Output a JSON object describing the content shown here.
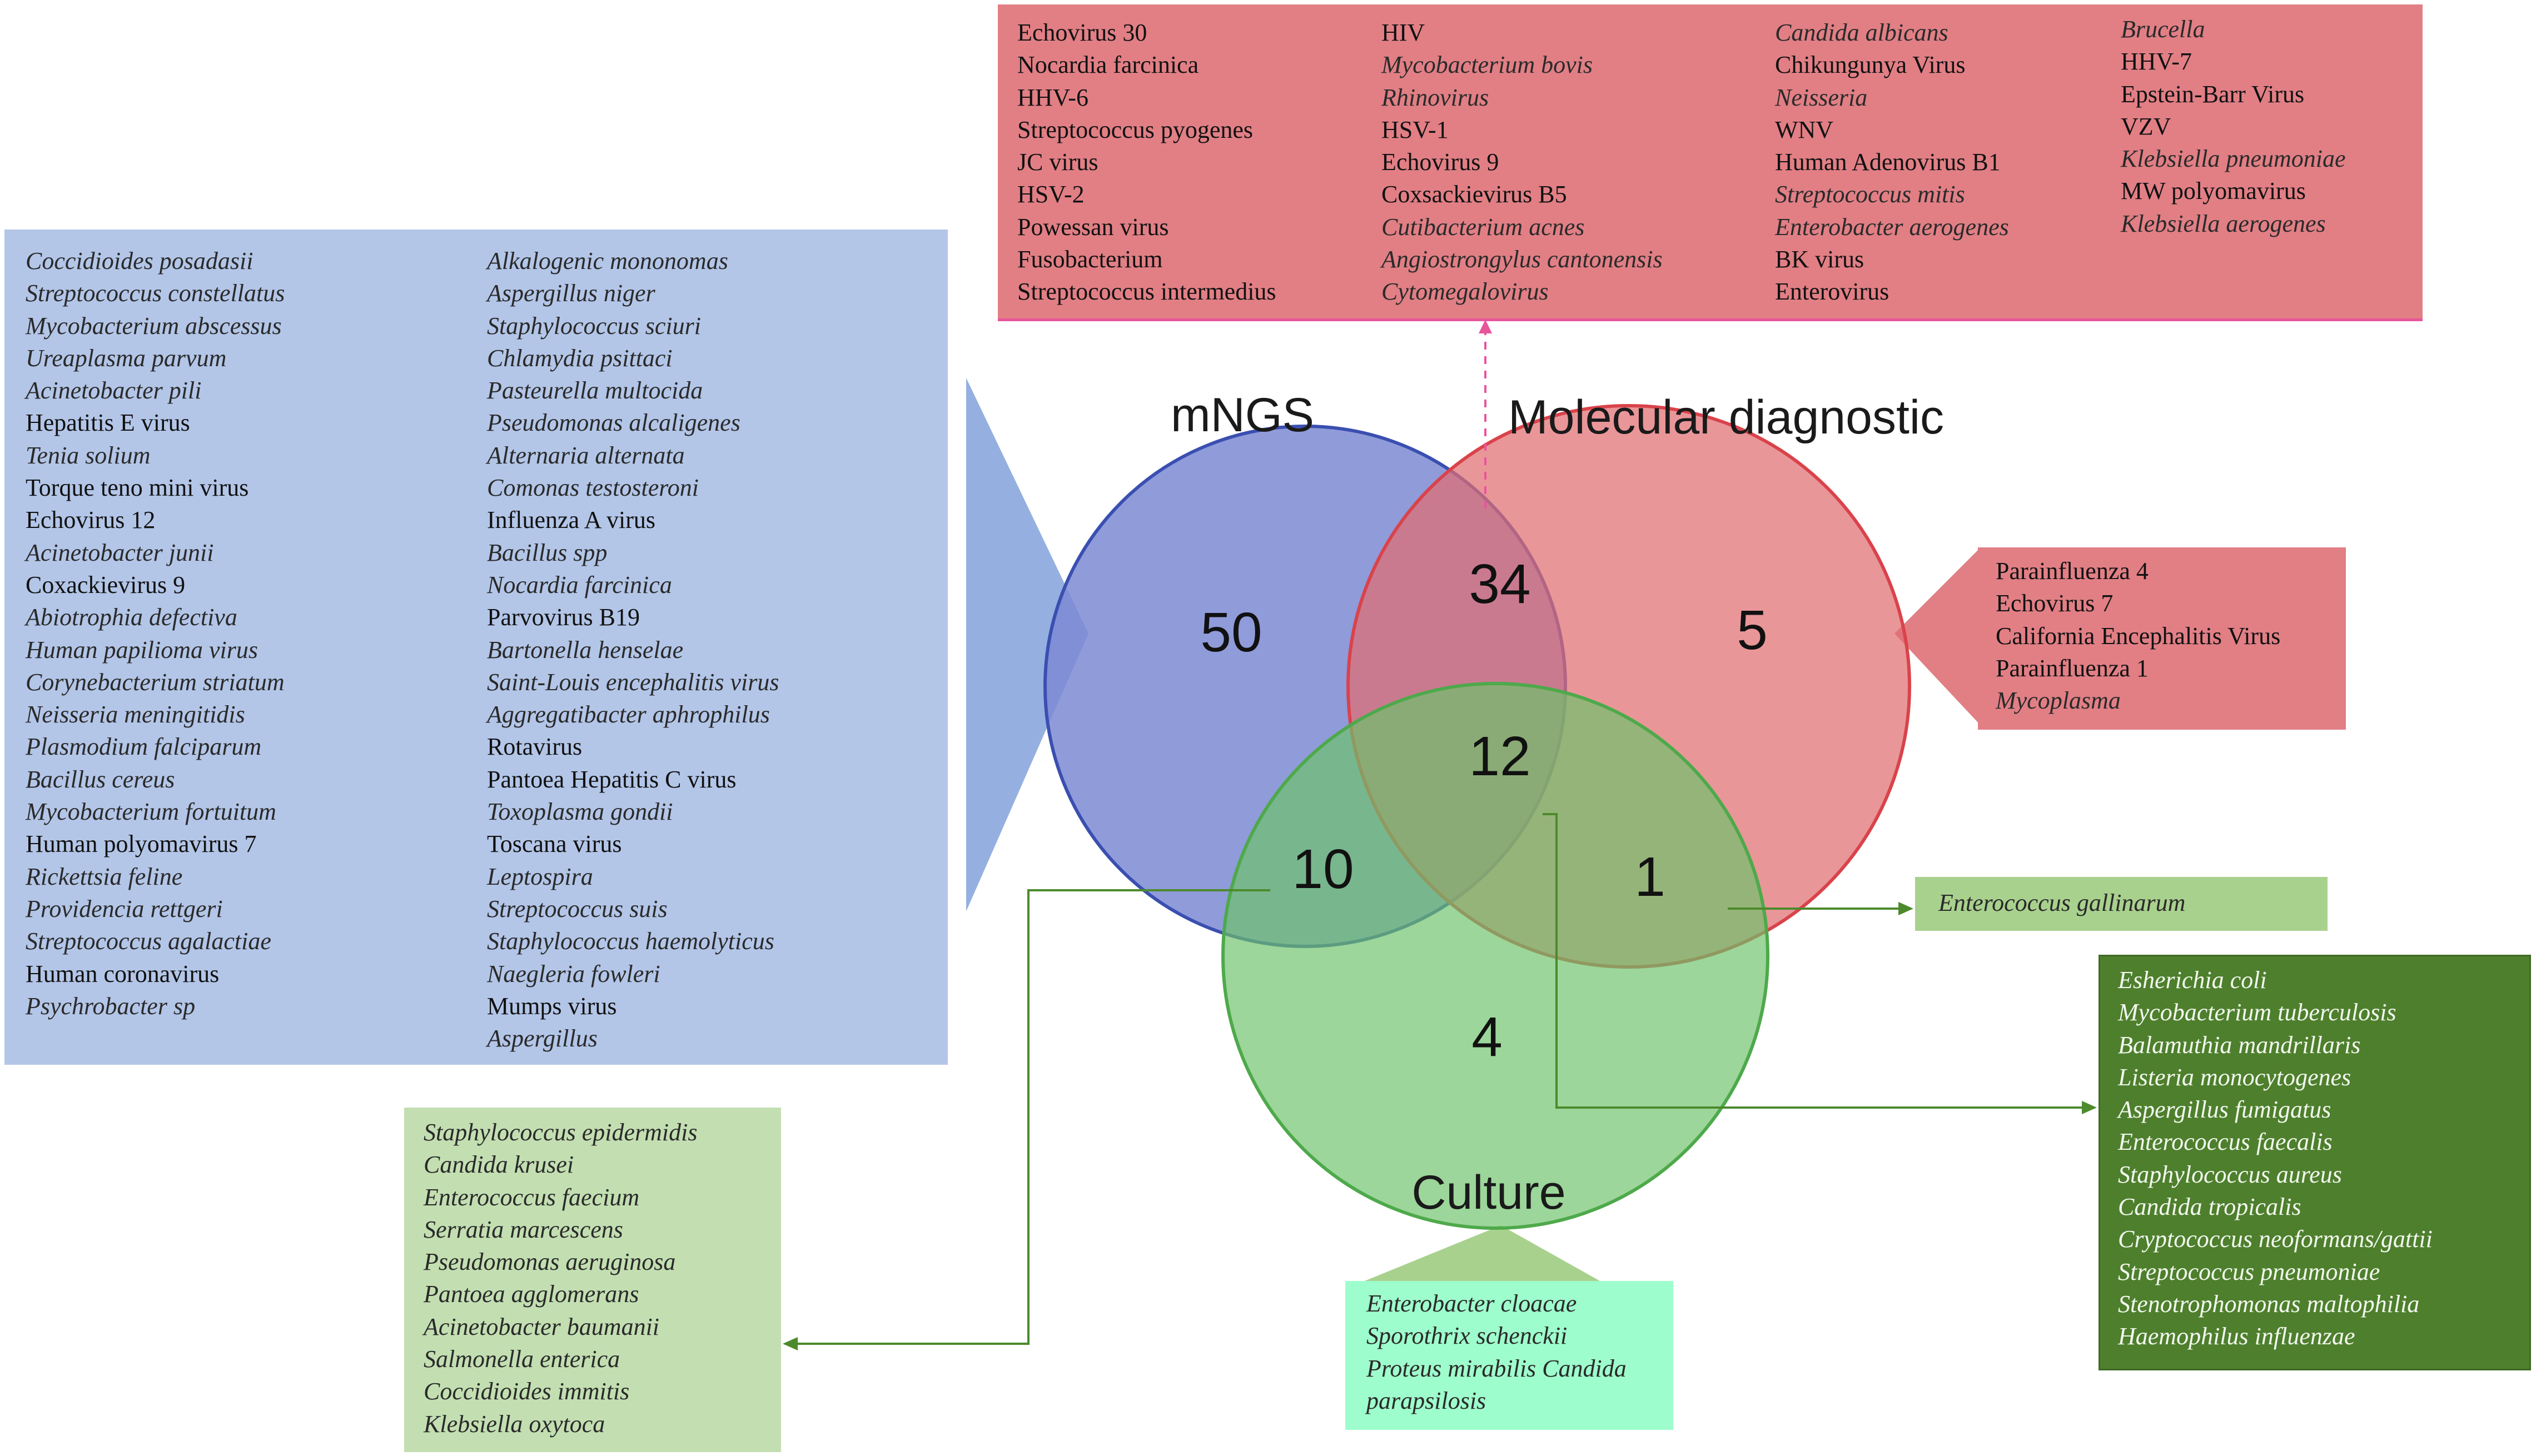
{
  "circle_titles": {
    "mngs": "mNGS",
    "molecular": "Molecular diagnostic",
    "culture": "Culture"
  },
  "region_counts": {
    "mngs_only": "50",
    "mngs_molecular": "34",
    "molecular_only": "5",
    "all_three": "12",
    "mngs_culture": "10",
    "molecular_culture": "1",
    "culture_only": "4"
  },
  "colors": {
    "mngs_circle": "#7d8ad4",
    "mngs_stroke": "#3a4fb0",
    "molecular_circle": "#e06d72",
    "molecular_stroke": "#d9434b",
    "culture_circle": "#6dc36a",
    "culture_stroke": "#4ea94b",
    "blue_box": "#b3c6e8",
    "red_box": "#e17f85",
    "light_green_box": "#c3dfb2",
    "mint_box": "#9efdcc",
    "dark_green_box": "#4e7f2d",
    "connector": "#4c8a2c",
    "dashed_connector": "#e8559b"
  },
  "mngs_only_list": {
    "col1": [
      {
        "t": "Coccidioides posadasii",
        "i": true
      },
      {
        "t": "Streptococcus constellatus",
        "i": true
      },
      {
        "t": "Mycobacterium abscessus",
        "i": true
      },
      {
        "t": "Ureaplasma parvum",
        "i": true
      },
      {
        "t": "Acinetobacter pili",
        "i": true
      },
      {
        "t": "Hepatitis E  virus",
        "i": false
      },
      {
        "t": "Tenia solium",
        "i": true
      },
      {
        "t": "Torque teno mini  virus",
        "i": false
      },
      {
        "t": "Echovirus 12",
        "i": false
      },
      {
        "t": "Acinetobacter junii",
        "i": true
      },
      {
        "t": "Coxackievirus  9",
        "i": false
      },
      {
        "t": "Abiotrophia defectiva",
        "i": true
      },
      {
        "t": "Human papilioma virus",
        "i": true
      },
      {
        "t": "Corynebacterium striatum",
        "i": true
      },
      {
        "t": "Neisseria meningitidis",
        "i": true
      },
      {
        "t": "Plasmodium falciparum",
        "i": true
      },
      {
        "t": "Bacillus cereus",
        "i": true
      },
      {
        "t": "Mycobacterium fortuitum",
        "i": true
      },
      {
        "t": "Human  polyomavirus 7",
        "i": false
      },
      {
        "t": "Rickettsia feline",
        "i": true
      },
      {
        "t": "Providencia rettgeri",
        "i": true
      },
      {
        "t": "Streptococcus agalactiae",
        "i": true
      },
      {
        "t": "Human  coronavirus",
        "i": false
      },
      {
        "t": "Psychrobacter sp",
        "i": true
      }
    ],
    "col2": [
      {
        "t": "Alkalogenic mononomas",
        "i": true
      },
      {
        "t": "Aspergillus niger",
        "i": true
      },
      {
        "t": "Staphylococcus sciuri",
        "i": true
      },
      {
        "t": "Chlamydia psittaci",
        "i": true
      },
      {
        "t": "Pasteurella multocida",
        "i": true
      },
      {
        "t": "Pseudomonas alcaligenes",
        "i": true
      },
      {
        "t": "Alternaria alternata",
        "i": true
      },
      {
        "t": "Comonas testosteroni",
        "i": true
      },
      {
        "t": "Influenza  A virus",
        "i": false
      },
      {
        "t": "Bacillus spp",
        "i": true
      },
      {
        "t": "Nocardia farcinica",
        "i": true
      },
      {
        "t": "Parvovirus B19",
        "i": false
      },
      {
        "t": "Bartonella henselae",
        "i": true
      },
      {
        "t": "Saint-Louis encephalitis virus",
        "i": true
      },
      {
        "t": "Aggregatibacter aphrophilus",
        "i": true
      },
      {
        "t": "Rotavirus",
        "i": false
      },
      {
        "t": "Pantoea Hepatitis C virus",
        "i": false
      },
      {
        "t": "Toxoplasma gondii",
        "i": true
      },
      {
        "t": "Toscana virus",
        "i": false
      },
      {
        "t": "Leptospira",
        "i": true
      },
      {
        "t": "Streptococcus suis",
        "i": true
      },
      {
        "t": "Staphylococcus haemolyticus",
        "i": true
      },
      {
        "t": "Naegleria fowleri",
        "i": true
      },
      {
        "t": "Mumps virus",
        "i": false
      },
      {
        "t": "Aspergillus",
        "i": true
      }
    ]
  },
  "mngs_molecular_list": {
    "col1": [
      {
        "t": "Echovirus 30",
        "i": false
      },
      {
        "t": "Nocardia farcinica",
        "i": false
      },
      {
        "t": "HHV-6",
        "i": false
      },
      {
        "t": "Streptococcus pyogenes",
        "i": false
      },
      {
        "t": "JC virus",
        "i": false
      },
      {
        "t": "HSV-2",
        "i": false
      },
      {
        "t": "Powessan virus",
        "i": false
      },
      {
        "t": "Fusobacterium",
        "i": false
      },
      {
        "t": "Streptococcus intermedius",
        "i": false
      }
    ],
    "col2": [
      {
        "t": "HIV",
        "i": false
      },
      {
        "t": "Mycobacterium bovis",
        "i": true
      },
      {
        "t": "Rhinovirus",
        "i": true
      },
      {
        "t": "HSV-1",
        "i": false
      },
      {
        "t": "Echovirus 9",
        "i": false
      },
      {
        "t": "Coxsackievirus  B5",
        "i": false
      },
      {
        "t": "Cutibacterium acnes",
        "i": true
      },
      {
        "t": "Angiostrongylus cantonensis",
        "i": true
      },
      {
        "t": "Cytomegalovirus",
        "i": true
      }
    ],
    "col3": [
      {
        "t": "Candida albicans",
        "i": true
      },
      {
        "t": "Chikungunya Virus",
        "i": false
      },
      {
        "t": "Neisseria",
        "i": true
      },
      {
        "t": "WNV",
        "i": false
      },
      {
        "t": "Human  Adenovirus B1",
        "i": false
      },
      {
        "t": "Streptococcus mitis",
        "i": true
      },
      {
        "t": "Enterobacter aerogenes",
        "i": true
      },
      {
        "t": "BK  virus",
        "i": false
      },
      {
        "t": "Enterovirus",
        "i": false
      }
    ],
    "col4": [
      {
        "t": "Brucella",
        "i": true
      },
      {
        "t": "HHV-7",
        "i": false
      },
      {
        "t": "Epstein-Barr  Virus",
        "i": false
      },
      {
        "t": "VZV",
        "i": false
      },
      {
        "t": "Klebsiella pneumoniae",
        "i": true
      },
      {
        "t": "MW polyomavirus",
        "i": false
      },
      {
        "t": "Klebsiella aerogenes",
        "i": true
      }
    ]
  },
  "molecular_only_list": [
    {
      "t": "Parainfluenza  4",
      "i": false
    },
    {
      "t": "Echovirus  7",
      "i": false
    },
    {
      "t": "California  Encephalitis  Virus",
      "i": false
    },
    {
      "t": "Parainfluenza  1",
      "i": false
    },
    {
      "t": "Mycoplasma",
      "i": true
    }
  ],
  "molecular_culture_list": [
    {
      "t": "Enterococcus gallinarum",
      "i": true
    }
  ],
  "all_three_list": [
    {
      "t": "Esherichia coli",
      "i": true
    },
    {
      "t": "Mycobacterium tuberculosis",
      "i": true
    },
    {
      "t": "Balamuthia mandrillaris",
      "i": true
    },
    {
      "t": "Listeria monocytogenes",
      "i": true
    },
    {
      "t": "Aspergillus fumigatus",
      "i": true
    },
    {
      "t": " Enterococcus faecalis",
      "i": true
    },
    {
      "t": "Staphylococcus aureus",
      "i": true
    },
    {
      "t": "Candida tropicalis",
      "i": true
    },
    {
      "t": "Cryptococcus neoformans/gattii",
      "i": true
    },
    {
      "t": "Streptococcus pneumoniae",
      "i": true
    },
    {
      "t": "Stenotrophomonas maltophilia",
      "i": true
    },
    {
      "t": "Haemophilus influenzae",
      "i": true
    }
  ],
  "mngs_culture_list": [
    {
      "t": "Staphylococcus epidermidis",
      "i": true
    },
    {
      "t": "Candida krusei",
      "i": true
    },
    {
      "t": "Enterococcus faecium",
      "i": true
    },
    {
      "t": "Serratia marcescens",
      "i": true
    },
    {
      "t": "Pseudomonas aeruginosa",
      "i": true
    },
    {
      "t": "Pantoea agglomerans",
      "i": true
    },
    {
      "t": "Acinetobacter baumanii",
      "i": true
    },
    {
      "t": "Salmonella enterica",
      "i": true
    },
    {
      "t": "Coccidioides immitis",
      "i": true
    },
    {
      "t": "Klebsiella oxytoca",
      "i": true
    }
  ],
  "culture_only_list": [
    {
      "t": "Enterobacter cloacae",
      "i": true
    },
    {
      "t": "Sporothrix schenckii",
      "i": true
    },
    {
      "t": "Proteus mirabilis Candida",
      "i": true
    },
    {
      "t": "parapsilosis",
      "i": true
    }
  ]
}
